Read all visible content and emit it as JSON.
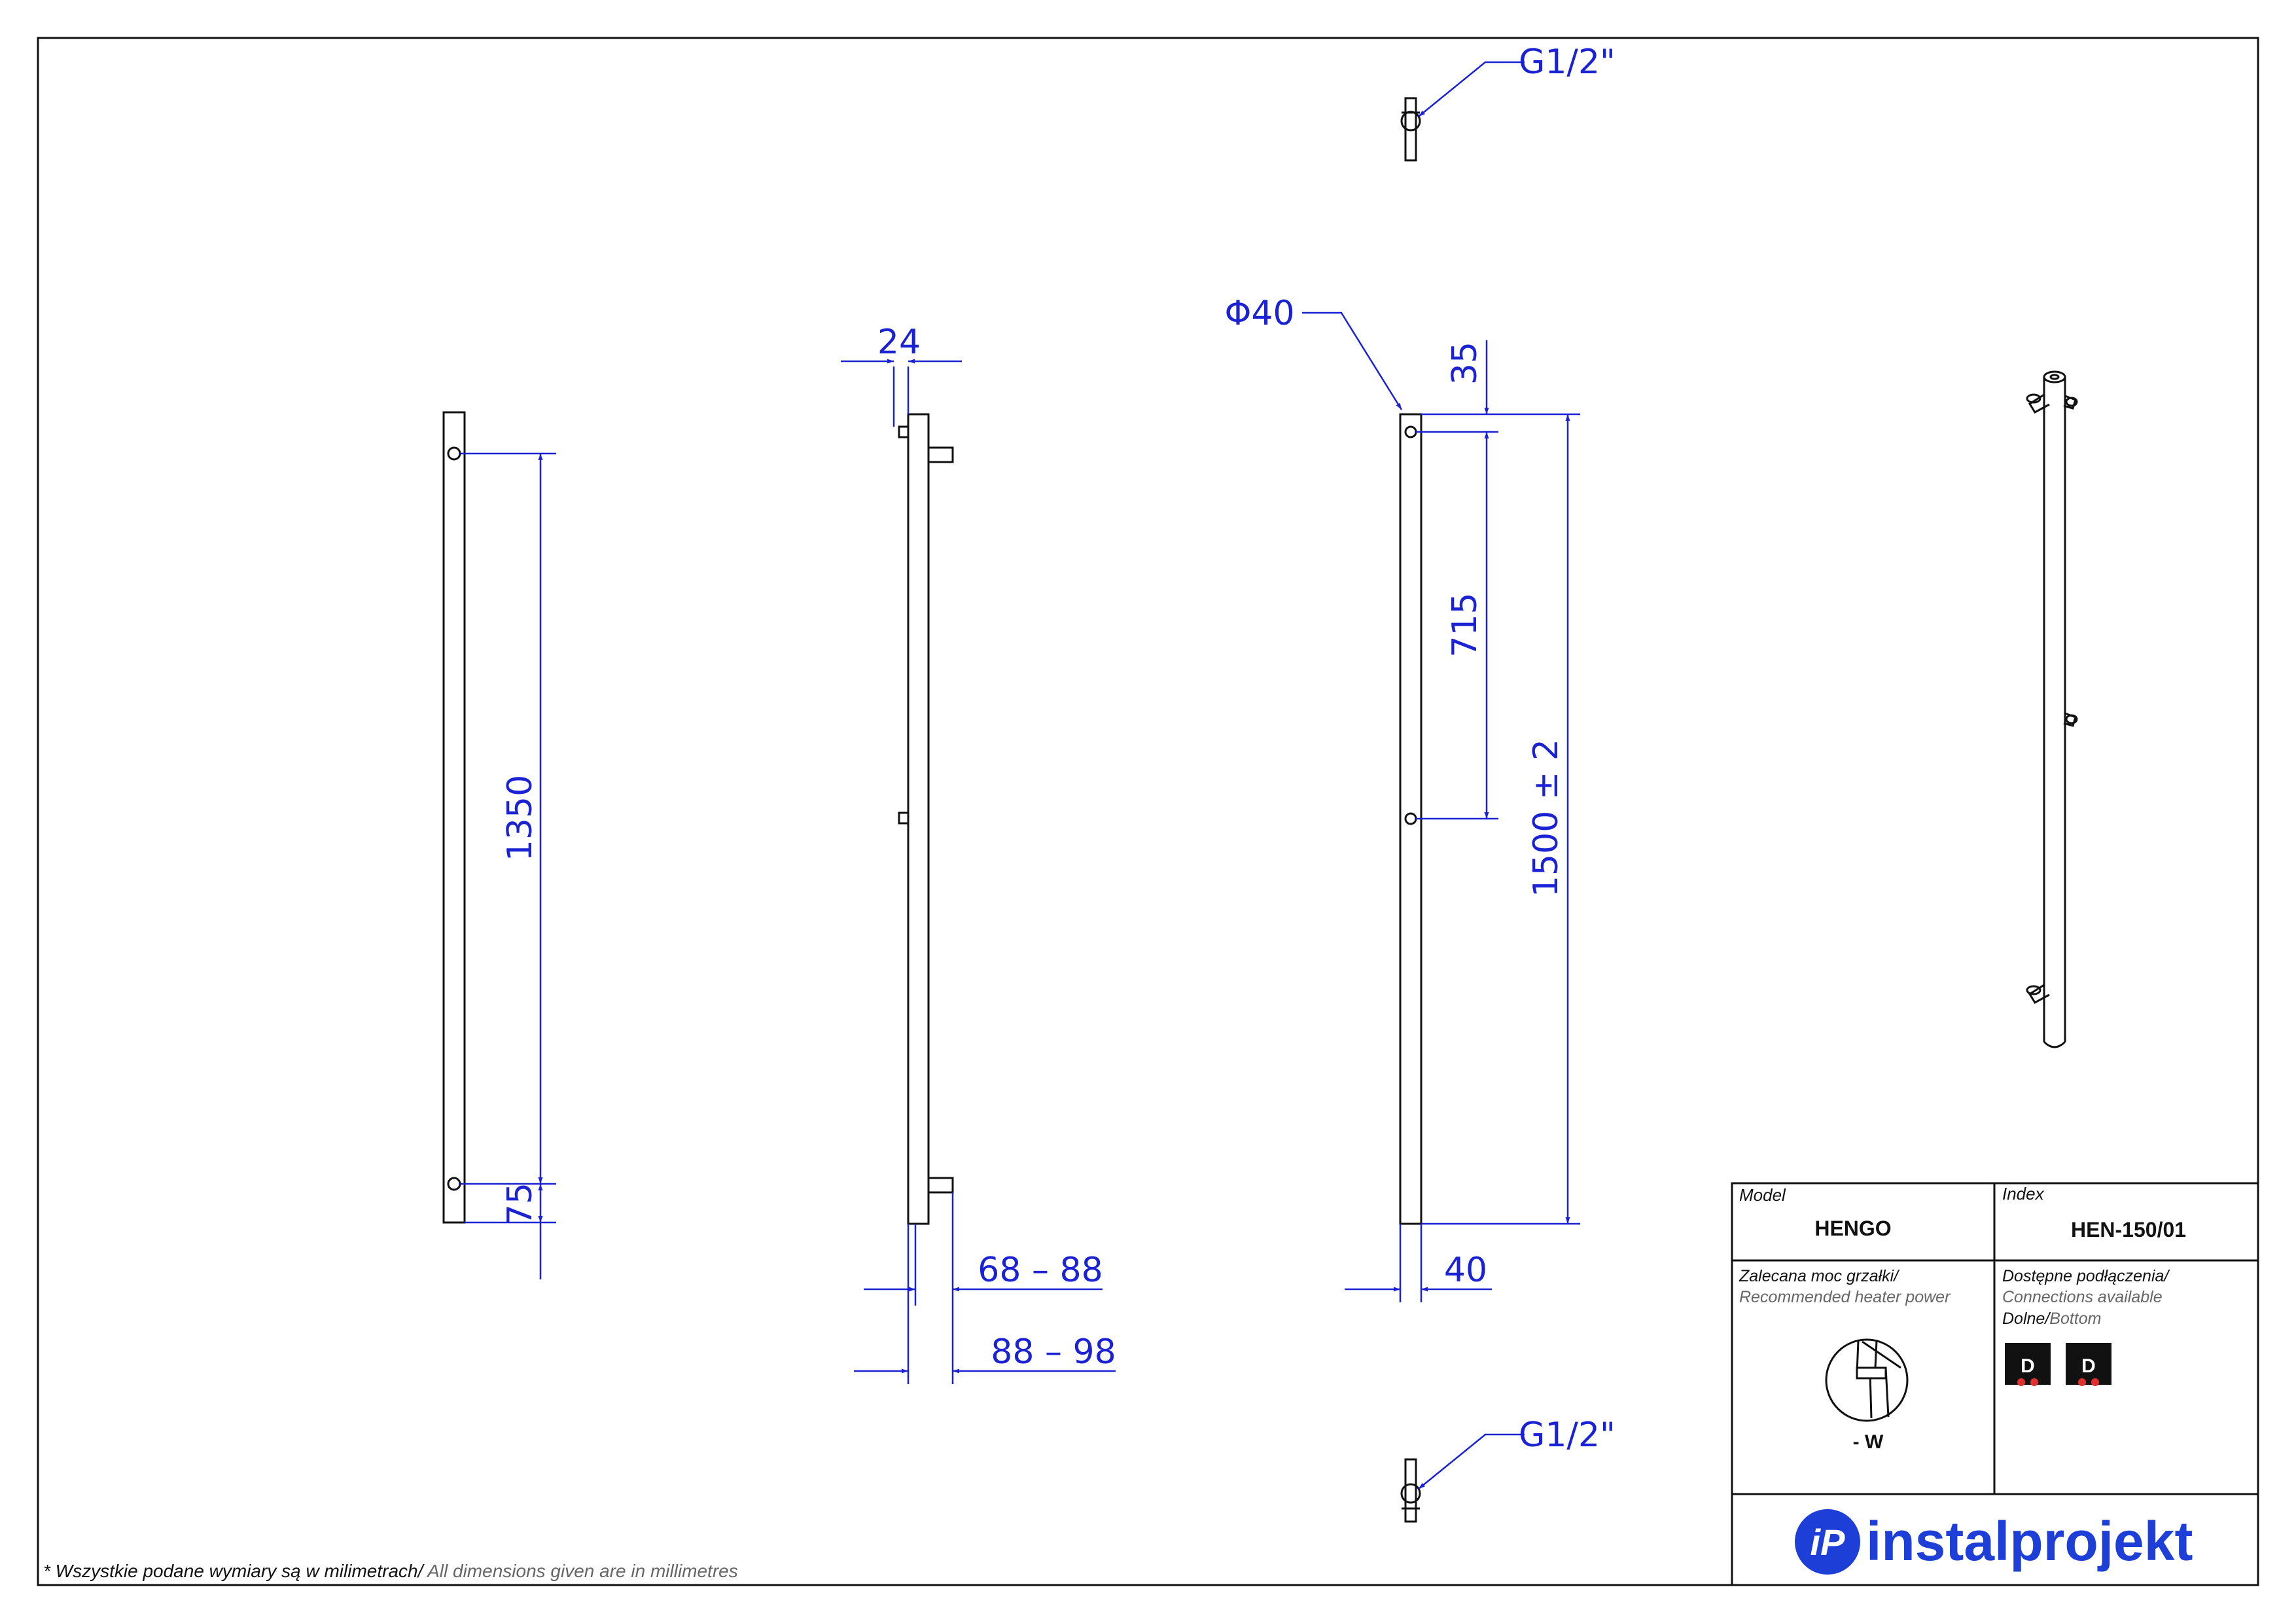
{
  "dimensions": {
    "side_spacing": "1350",
    "side_bottom": "75",
    "depth_top": "24",
    "depth_a": "68 – 88",
    "depth_b": "88 – 98",
    "diameter": "Φ40",
    "front_top": "35",
    "front_mid": "715",
    "front_height": "1500  ± 2",
    "front_width": "40",
    "thread_top": "G1/2\"",
    "thread_bottom": "G1/2\""
  },
  "title_block": {
    "model_label": "Model",
    "model_value": "HENGO",
    "index_label": "Index",
    "index_value": "HEN-150/01",
    "heater_label_pl": "Zalecana moc grzałki/",
    "heater_label_en": "Recommended heater power",
    "heater_value": "- W",
    "connections_label_pl": "Dostępne podłączenia/",
    "connections_label_en": "Connections available",
    "connections_type_pl": "Dolne/",
    "connections_type_en": "Bottom",
    "connection_badges": [
      "D",
      "D"
    ],
    "brand": "instalprojekt",
    "brand_logo_text": "iP"
  },
  "footnote": {
    "pl": "* Wszystkie podane wymiary są w milimetrach/",
    "en": " All dimensions given are in millimetres"
  },
  "colors": {
    "dimension": "#1a22d4",
    "outline": "#111111",
    "brand": "#1d3fd8"
  },
  "icons": [
    "heater-icon",
    "connection-badge-icon",
    "instalprojekt-logo"
  ]
}
